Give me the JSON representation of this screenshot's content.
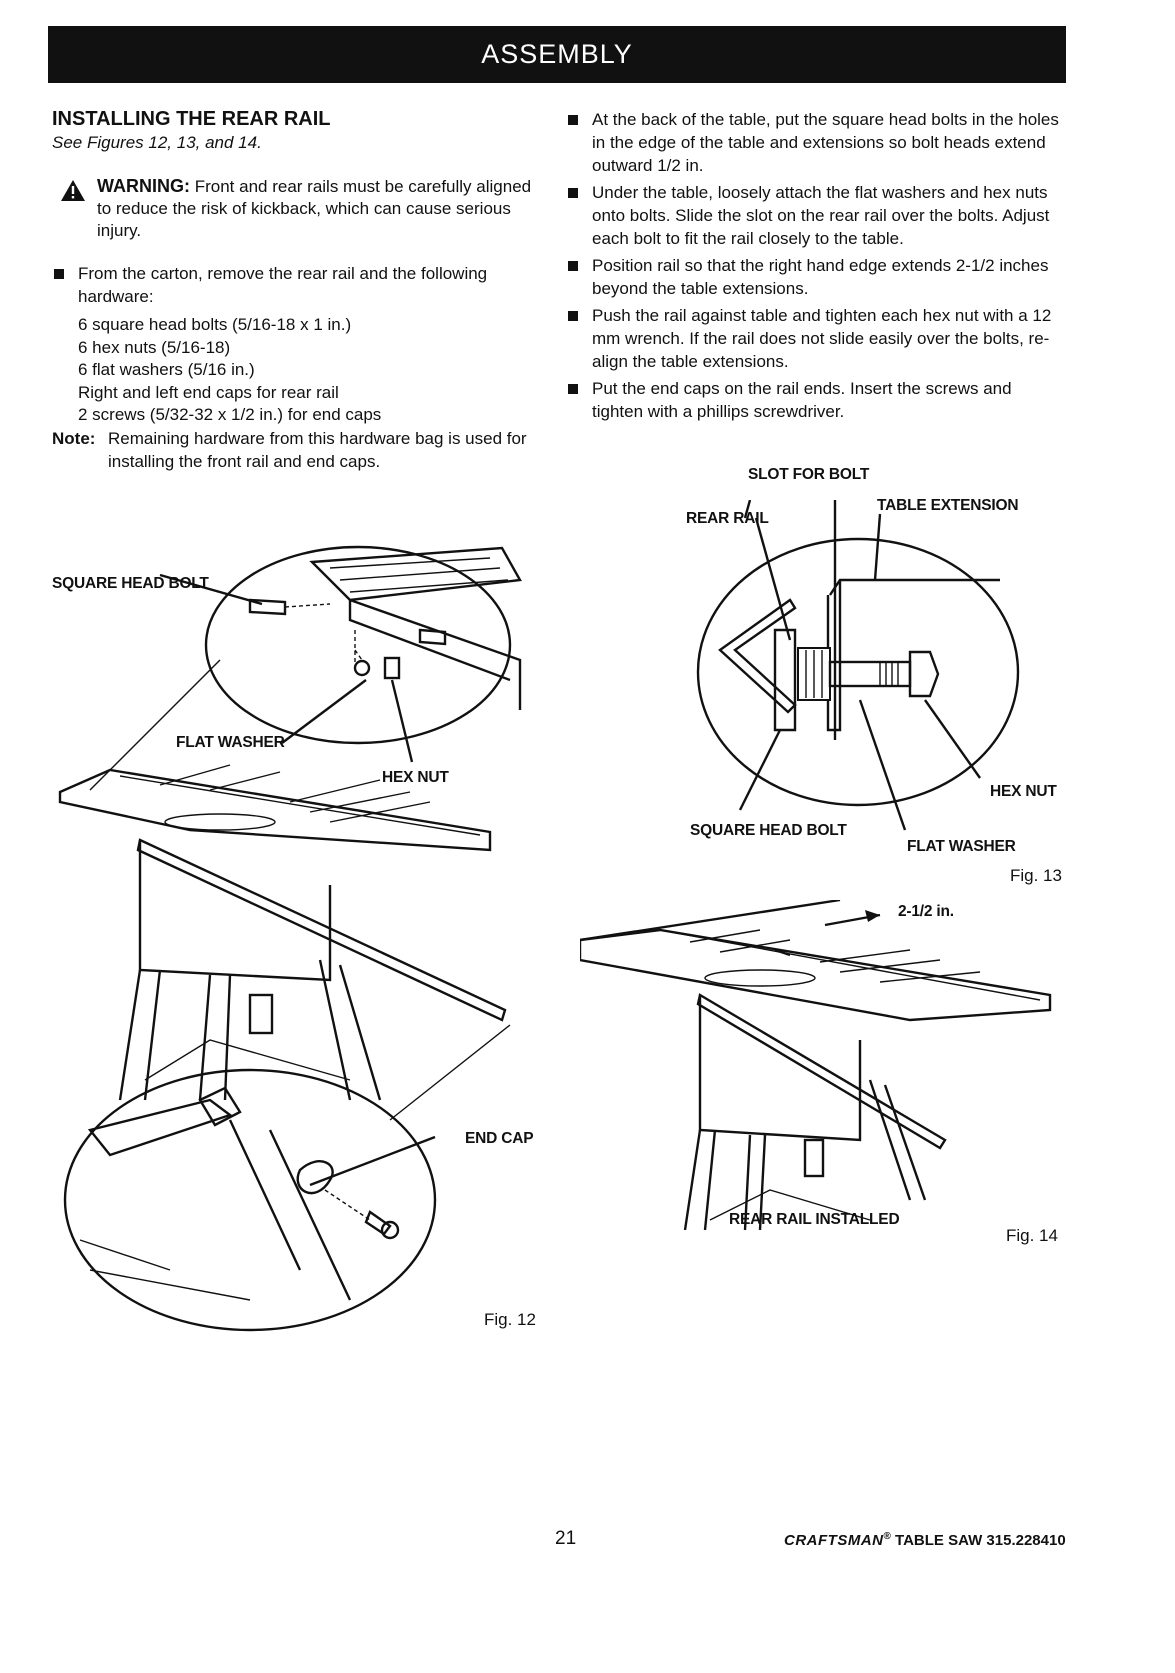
{
  "header": {
    "title": "ASSEMBLY"
  },
  "section": {
    "title": "INSTALLING THE REAR RAIL",
    "subtitle": "See Figures 12, 13, and 14."
  },
  "warning": {
    "word": "WARNING:",
    "text": " Front and rear rails must be carefully aligned to reduce the risk of kickback, which can cause serious injury.",
    "icon": "warning-triangle-icon"
  },
  "left_bullets": [
    "From the carton, remove the rear rail and the following hardware:"
  ],
  "hardware": [
    "6 square head bolts (5/16-18 x 1 in.)",
    "6 hex nuts (5/16-18)",
    "6 flat washers (5/16 in.)",
    "Right and left end caps for rear rail",
    "2 screws (5/32-32 x 1/2 in.) for end caps"
  ],
  "note": {
    "label": "Note:",
    "text": "Remaining hardware from this hardware bag is used for installing the front rail and end caps."
  },
  "right_bullets": [
    "At the back of the table, put the square head bolts in the holes in the edge of the table and extensions so bolt heads extend outward 1/2 in.",
    "Under the table, loosely attach the flat washers and hex nuts onto bolts. Slide the slot on the rear rail over the bolts. Adjust each bolt to fit the rail closely to the table.",
    "Position rail so that the right hand edge extends 2-1/2 inches beyond the table extensions.",
    "Push the rail against table and tighten each hex nut with a 12 mm wrench. If the rail does not slide easily over the bolts, re-align the table extensions.",
    "Put the end caps on the rail ends. Insert the screws and tighten with a phillips screwdriver."
  ],
  "fig12": {
    "caption": "Fig. 12",
    "labels": {
      "square_head_bolt": "SQUARE HEAD BOLT",
      "flat_washer": "FLAT WASHER",
      "hex_nut": "HEX NUT",
      "end_cap": "END CAP"
    }
  },
  "fig13": {
    "caption": "Fig. 13",
    "labels": {
      "slot_for_bolt": "SLOT FOR BOLT",
      "rear_rail": "REAR RAIL",
      "table_extension": "TABLE EXTENSION",
      "hex_nut": "HEX NUT",
      "square_head_bolt": "SQUARE HEAD BOLT",
      "flat_washer": "FLAT WASHER"
    }
  },
  "fig14": {
    "caption": "Fig. 14",
    "labels": {
      "dimension": "2-1/2 in.",
      "rear_rail_installed": "REAR RAIL INSTALLED"
    }
  },
  "footer": {
    "page_number": "21",
    "brand": "CRAFTSMAN",
    "product": "TABLE SAW 315.228410"
  }
}
